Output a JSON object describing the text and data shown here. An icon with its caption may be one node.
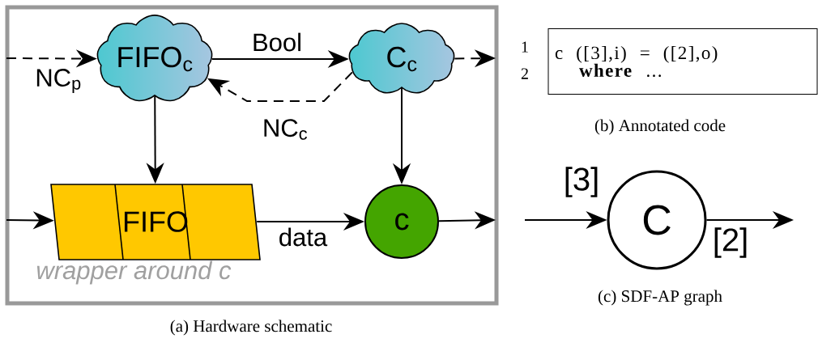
{
  "diagram": {
    "nodes": [
      {
        "text": [
          "wrapper around c"
        ]
      },
      {
        "text": [
          "FIFO$_{c}$"
        ],
        "in": 0
      },
      {
        "text": [
          "C$_{c}$"
        ],
        "in": 0
      },
      {
        "text": [
          "FIFO"
        ],
        "in": 0
      },
      {
        "text": [
          "c"
        ],
        "in": 0
      },
      {
        "text": [
          "c ([3],i) = ([2],o)",
          "**where** ..."
        ]
      },
      {
        "text": [
          "C"
        ]
      }
    ],
    "edges": [
      {
        "from": null,
        "to": 1,
        "arrow": "to",
        "style": "dashed",
        "label": "NC$_{p}$"
      },
      {
        "from": 1,
        "to": 2,
        "arrow": "to",
        "label": "Bool"
      },
      {
        "from": 2,
        "to": null,
        "arrow": "to",
        "style": "dashed"
      },
      {
        "from": 2,
        "to": 1,
        "arrow": "to",
        "style": "dashed",
        "label": "NC$_{c}$"
      },
      {
        "from": 1,
        "to": 3,
        "arrow": "to"
      },
      {
        "from": 2,
        "to": 4,
        "arrow": "to"
      },
      {
        "from": null,
        "to": 3,
        "arrow": "to"
      },
      {
        "from": 3,
        "to": 4,
        "arrow": "to",
        "label": "data"
      },
      {
        "from": 4,
        "to": null,
        "arrow": "to"
      },
      {
        "from": null,
        "to": 6,
        "arrow": "to",
        "label": "[3]"
      },
      {
        "from": 6,
        "to": null,
        "arrow": "to",
        "label": "[2]"
      }
    ],
    "labels": [
      "1",
      "2",
      "(a) Hardware schematic",
      "(b) Annotated code",
      "(c) SDF-AP graph"
    ]
  }
}
